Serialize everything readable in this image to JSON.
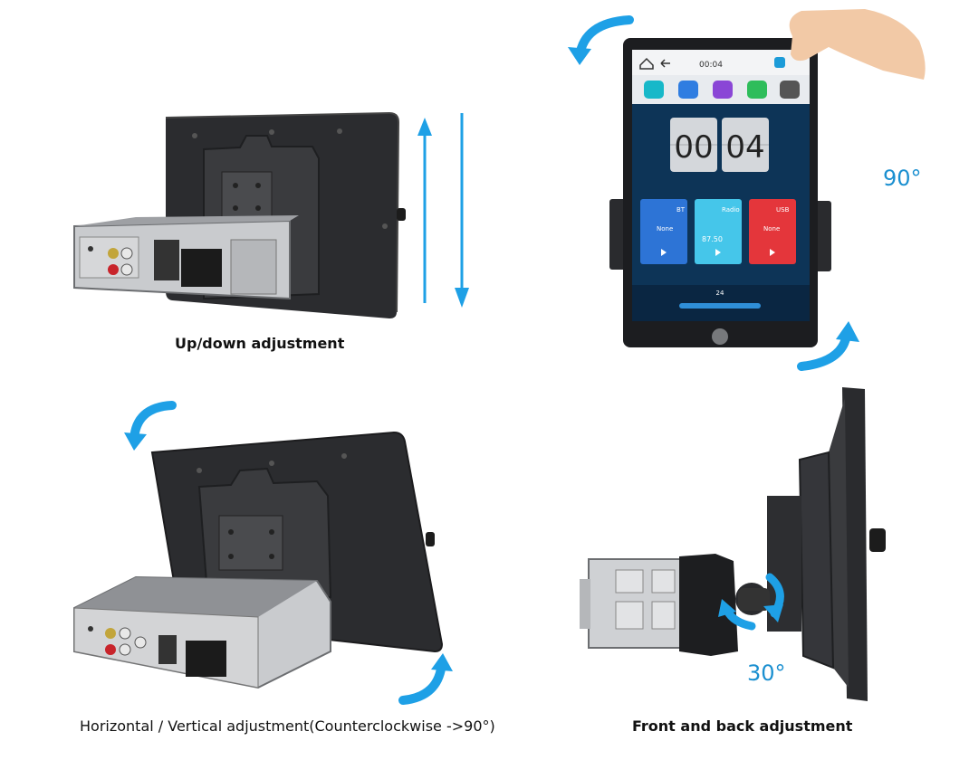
{
  "colors": {
    "arrow": "#1ea0e6",
    "angle_text": "#1a8fd0",
    "unit_dark": "#2a2b2e",
    "metal": "#c9cbce"
  },
  "captions": {
    "top_left": "Up/down adjustment",
    "bottom_left": "Horizontal / Vertical adjustment(Counterclockwise ->90°)",
    "bottom_right": "Front and back adjustment"
  },
  "angles": {
    "top_right": "90°",
    "bottom_right": "30°"
  },
  "screen": {
    "time": "00:04",
    "clock_hours": "00",
    "clock_minutes": "04",
    "cards": [
      {
        "label": "BT",
        "sub": "None"
      },
      {
        "label": "Radio",
        "sub": "87.50"
      },
      {
        "label": "USB",
        "sub": "None"
      }
    ],
    "volume": "24"
  },
  "icons": [
    "home-icon",
    "back-icon",
    "phone-icon",
    "device-icon",
    "apps-icon",
    "voice-icon",
    "settings-icon",
    "play-icon",
    "arrow-icon"
  ]
}
